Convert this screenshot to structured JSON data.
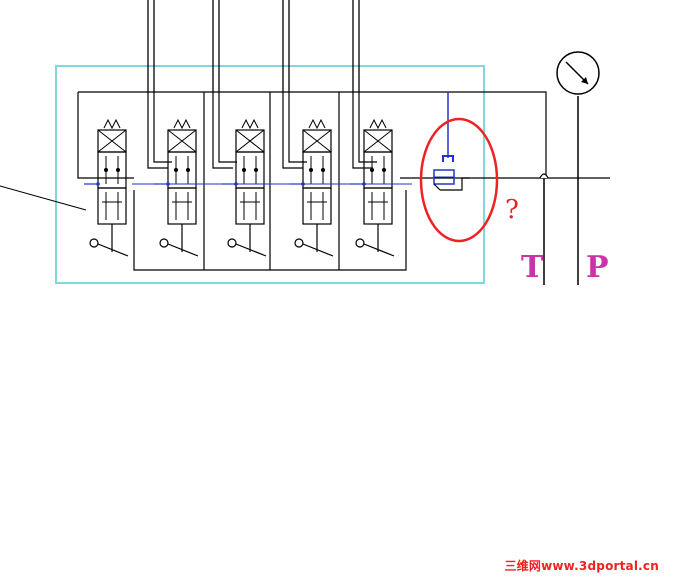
{
  "labels": {
    "tank": "T",
    "pressure": "P",
    "question": "?"
  },
  "watermark": "三维网www.3dportal.cn",
  "colors": {
    "line": "#000000",
    "blockOutline": "#7fd8e0",
    "label": "#cc33aa",
    "highlight": "#ee2222",
    "watermark": "#ee2222",
    "accent": "#2233cc"
  },
  "valves": {
    "count": 5
  }
}
